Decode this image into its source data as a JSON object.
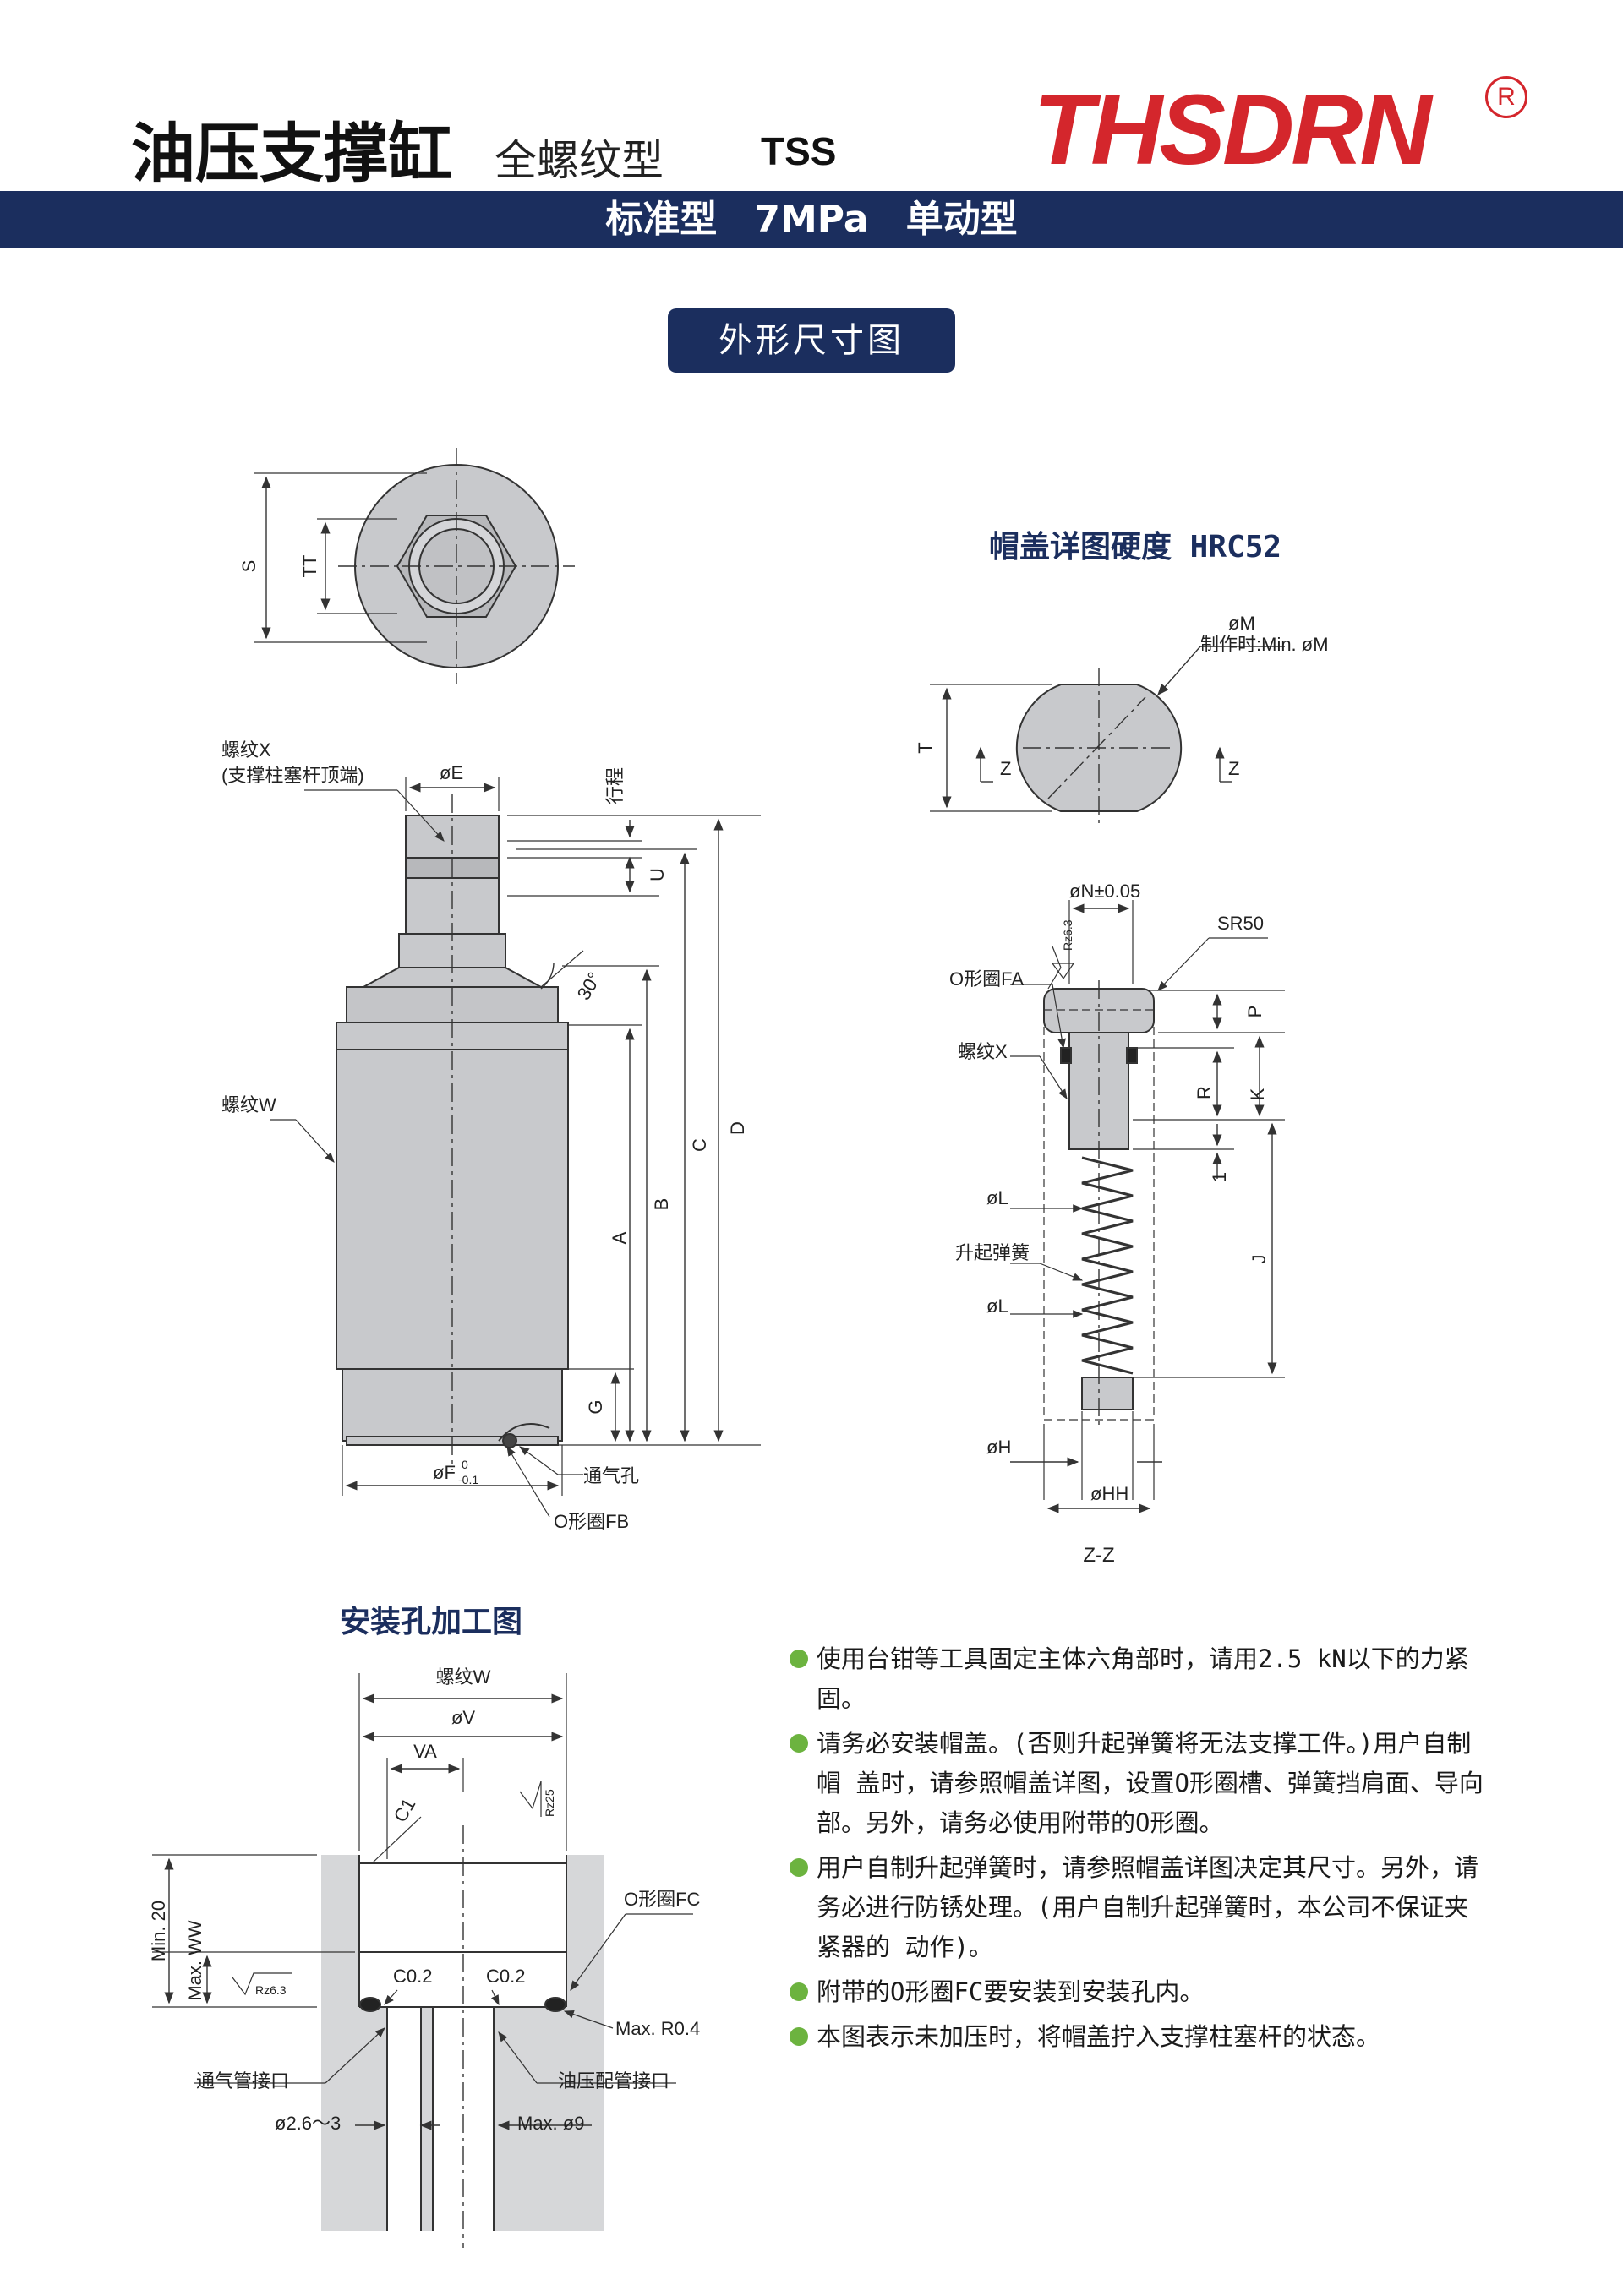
{
  "header": {
    "title": "油压支撑缸",
    "subtitle": "全螺纹型",
    "model": "TSS",
    "logo": "THSDRN",
    "logo_mark": "R",
    "band": "标准型　7MPa　单动型"
  },
  "section_title": "外形尺寸图",
  "cap_detail_title": "帽盖详图硬度 HRC52",
  "install_title": "安装孔加工图",
  "labels": {
    "S": "S",
    "TT": "TT",
    "T": "T",
    "Z": "Z",
    "oM": "øM",
    "oM_note": "制作时:Min. øM",
    "threadX_top": "螺纹X",
    "threadX_note": "(支撑柱塞杆顶端)",
    "oE": "øE",
    "stroke": "行程",
    "U": "U",
    "angle30": "30°",
    "D": "D",
    "C": "C",
    "B": "B",
    "A": "A",
    "G": "G",
    "threadW_side": "螺纹W",
    "oF": "øF",
    "oF_tol_up": "0",
    "oF_tol_low": "-0.1",
    "vent": "通气孔",
    "oringFB": "O形圈FB",
    "oN": "øN±0.05",
    "SR50": "SR50",
    "oringFA": "O形圈FA",
    "Rz63": "Rz6.3",
    "threadX_detail": "螺纹X",
    "P": "P",
    "R": "R",
    "K": "K",
    "one": "1",
    "J": "J",
    "oL1": "øL",
    "spring": "升起弹簧",
    "oL2": "øL",
    "oH": "øH",
    "oHH": "øHH",
    "ZZ": "Z-Z",
    "threadW_inst": "螺纹W",
    "oV": "øV",
    "VA": "VA",
    "C1": "C1",
    "Rz25": "Rz25",
    "oringFC": "O形圈FC",
    "min20": "Min. 20",
    "maxWW": "Max. WW",
    "Rz63b": "Rz6.3",
    "C02a": "C0.2",
    "C02b": "C0.2",
    "maxR04": "Max. R0.4",
    "airPort": "通气管接口",
    "oilPort": "油压配管接口",
    "o26": "ø2.6～3",
    "max9": "Max. ø9"
  },
  "notes": [
    "使用台钳等工具固定主体六角部时，请用2.5 kN以下的力紧固。",
    "请务必安装帽盖。(否则升起弹簧将无法支撑工件。)用户自制帽 盖时，请参照帽盖详图，设置O形圈槽、弹簧挡肩面、导向部。另外，请务必使用附带的O形圈。",
    "用户自制升起弹簧时，请参照帽盖详图决定其尺寸。另外，请务必进行防锈处理。(用户自制升起弹簧时，本公司不保证夹紧器的 动作)。",
    "附带的O形圈FC要安装到安装孔内。",
    "本图表示未加压时，将帽盖拧入支撑柱塞杆的状态。"
  ],
  "colors": {
    "navy": "#1b2e5e",
    "brand_red": "#d4262c",
    "bullet_green": "#6cb33f",
    "part_gray": "#c8c9cc"
  }
}
